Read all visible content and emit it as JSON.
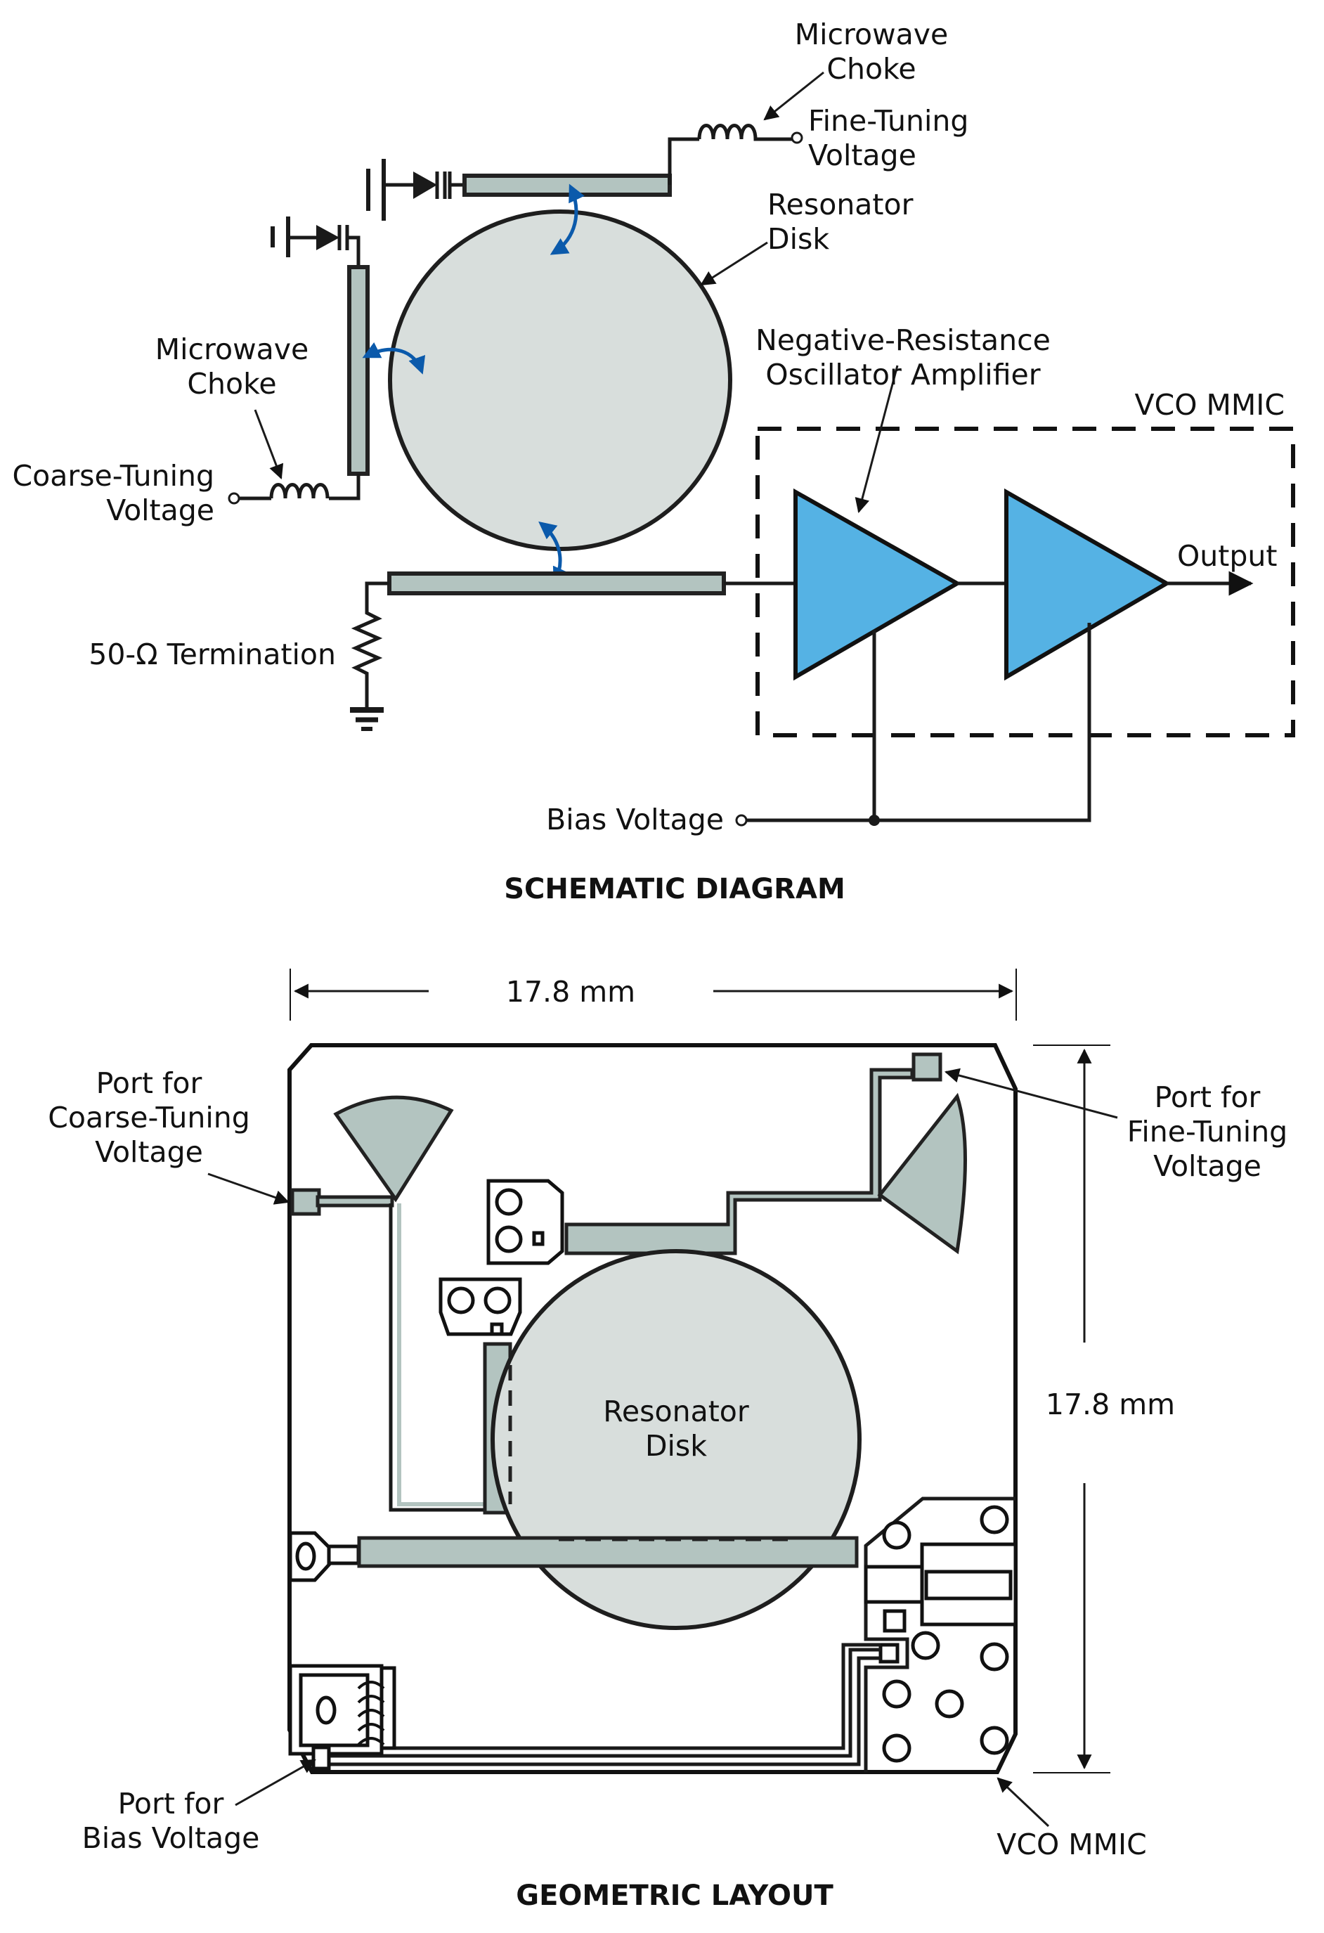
{
  "figure": {
    "schematic": {
      "title": "SCHEMATIC DIAGRAM",
      "labels": {
        "choke_top_line1": "Microwave",
        "choke_top_line2": "Choke",
        "fine_tuning_line1": "Fine-Tuning",
        "fine_tuning_line2": "Voltage",
        "resonator_line1": "Resonator",
        "resonator_line2": "Disk",
        "choke_left_line1": "Microwave",
        "choke_left_line2": "Choke",
        "coarse_tuning_line1": "Coarse-Tuning",
        "coarse_tuning_line2": "Voltage",
        "amplifier_line1": "Negative-Resistance",
        "amplifier_line2": "Oscillator Amplifier",
        "vco_mmic": "VCO MMIC",
        "output": "Output",
        "termination": "50-Ω Termination",
        "bias_voltage": "Bias Voltage"
      }
    },
    "layout": {
      "title": "GEOMETRIC LAYOUT",
      "width_dimension": "17.8 mm",
      "height_dimension": "17.8 mm",
      "labels": {
        "port_coarse_line1": "Port for",
        "port_coarse_line2": "Coarse-Tuning",
        "port_coarse_line3": "Voltage",
        "port_fine_line1": "Port for",
        "port_fine_line2": "Fine-Tuning",
        "port_fine_line3": "Voltage",
        "resonator_line1": "Resonator",
        "resonator_line2": "Disk",
        "port_bias_line1": "Port for",
        "port_bias_line2": "Bias Voltage",
        "vco_mmic": "VCO MMIC"
      }
    },
    "colors": {
      "stripline": "#b3c4c0",
      "disk": "#d8dedc",
      "amplifier": "#55b2e4",
      "coupling_arrows": "#0b5aab"
    }
  }
}
